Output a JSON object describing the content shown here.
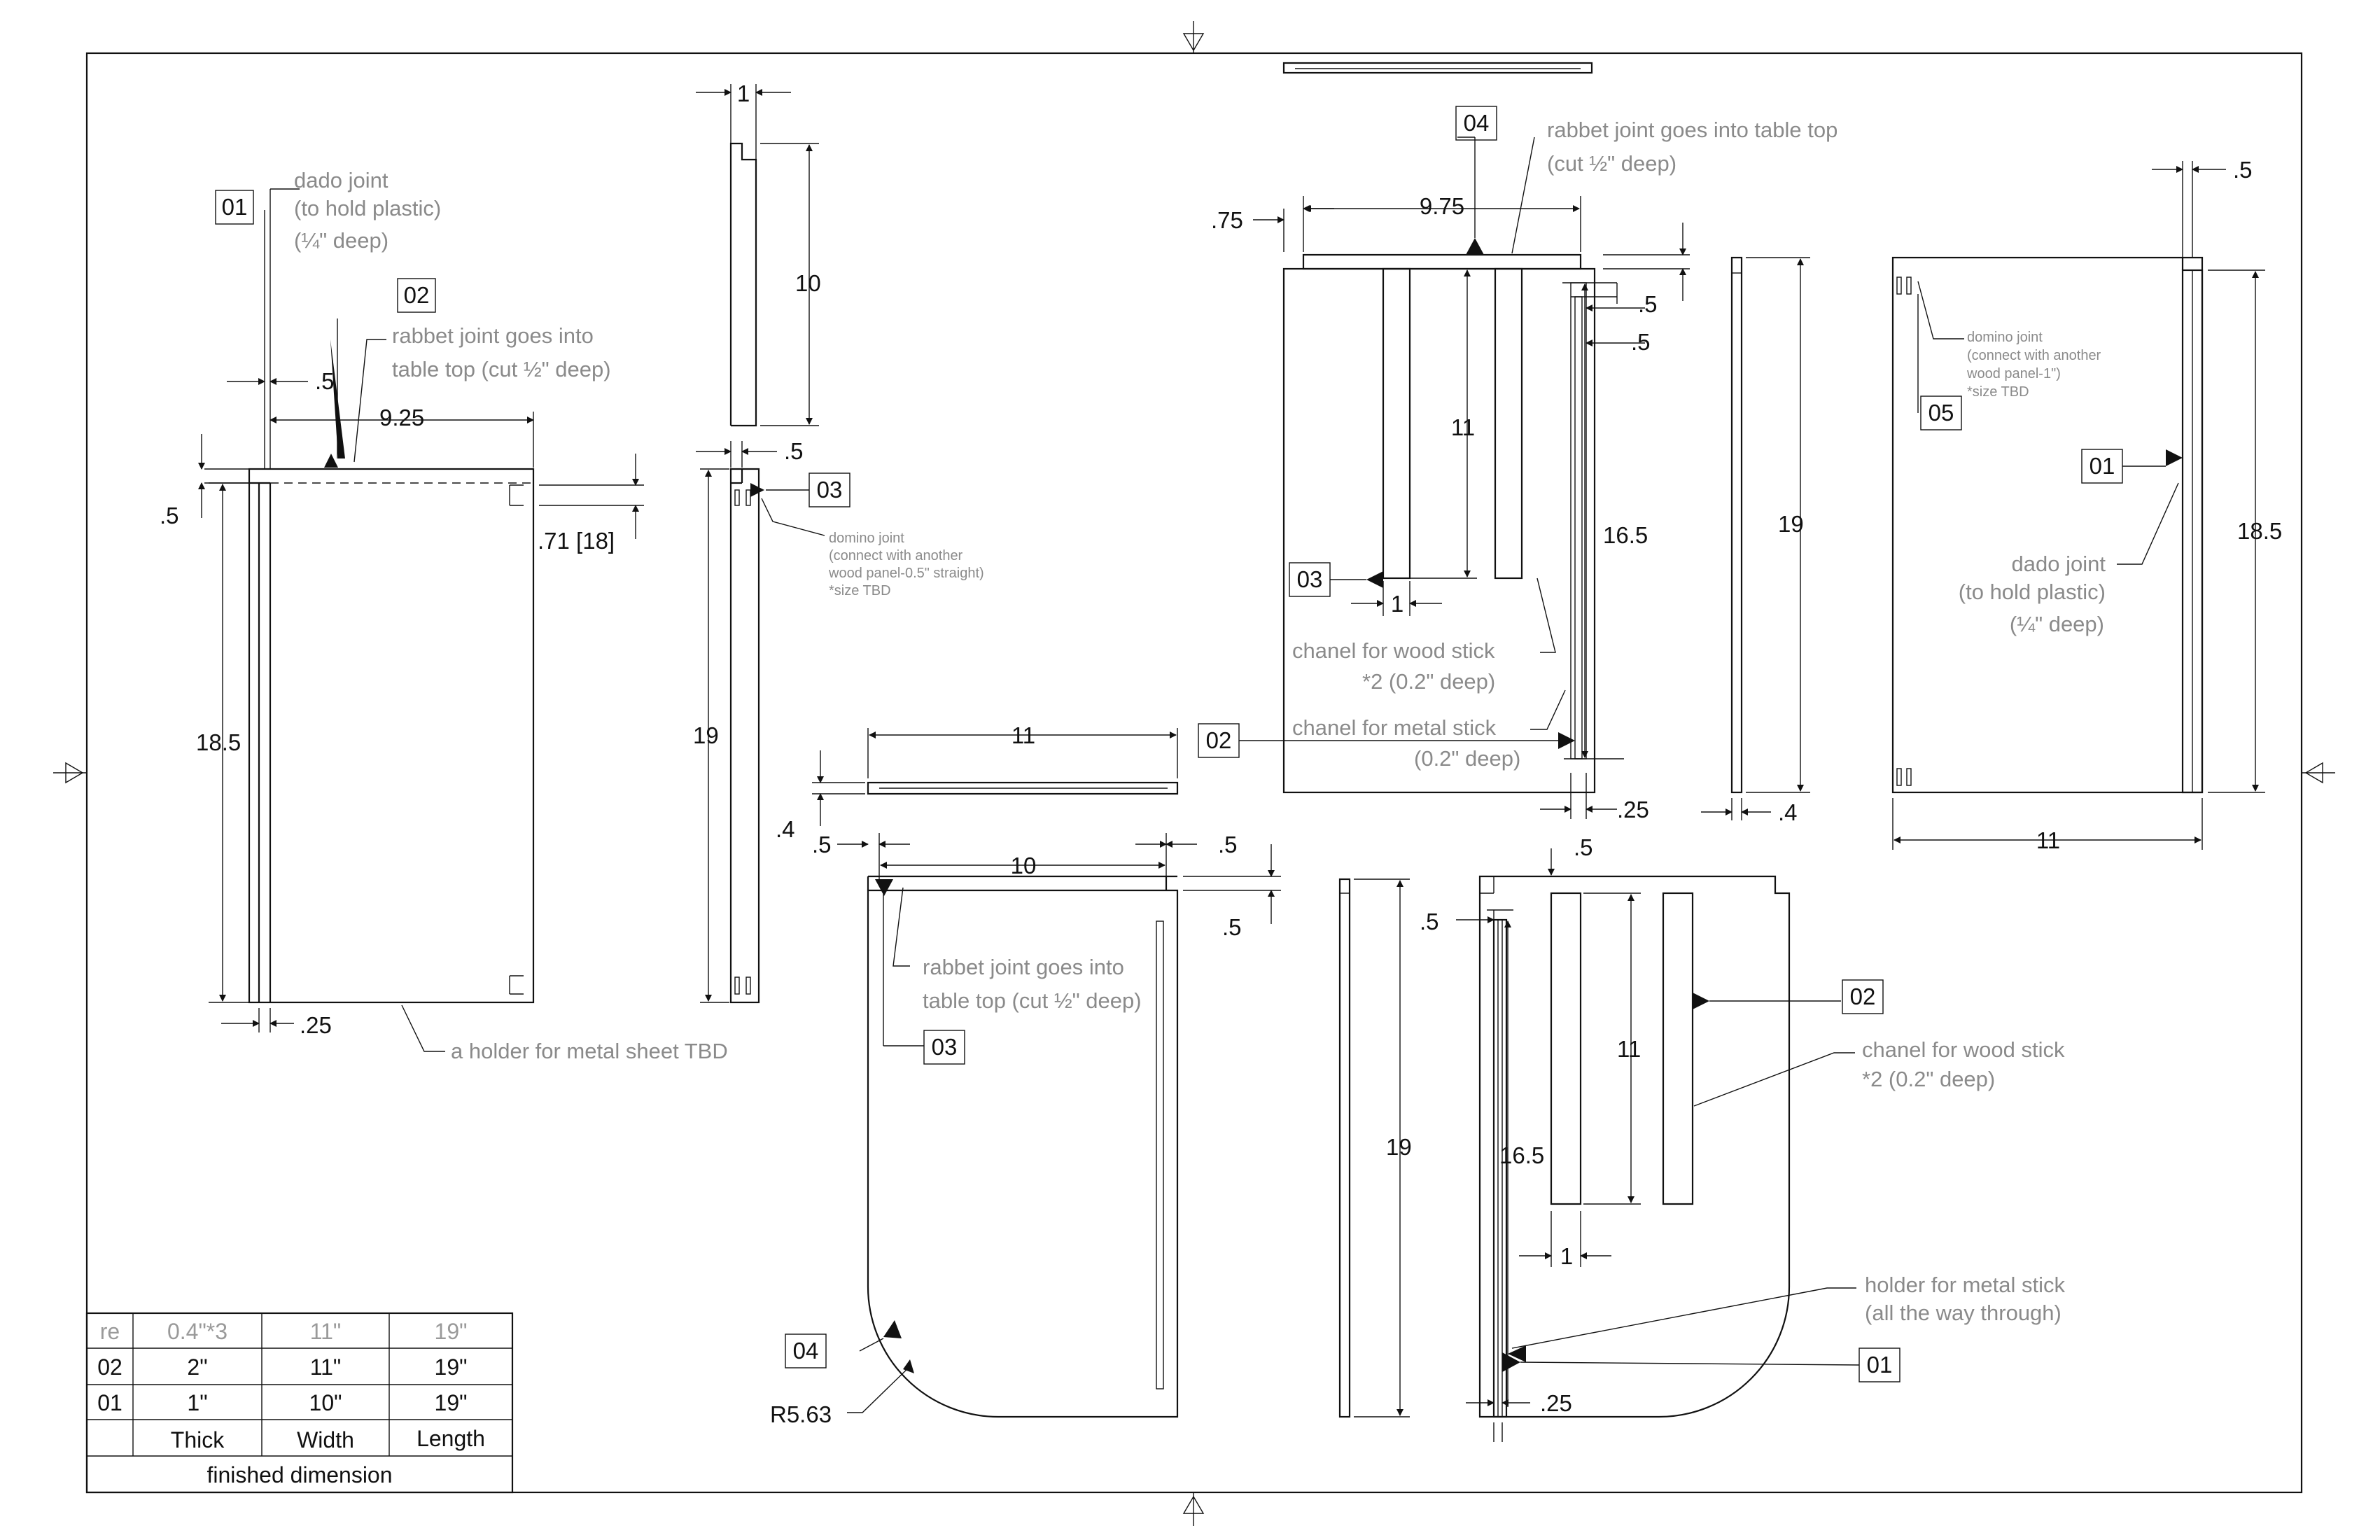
{
  "frame_markers": 4,
  "part_tags": [
    "01",
    "02",
    "03",
    "04",
    "05"
  ],
  "notes": {
    "dado_joint_left": [
      "dado joint",
      "(to hold plastic)",
      "(¼\" deep)"
    ],
    "rabbet_left": [
      "rabbet joint goes into",
      "table top (cut ½\" deep)"
    ],
    "holder_metal_sheet": "a holder for metal sheet TBD",
    "domino_left": [
      "domino joint",
      "(connect with another",
      "wood panel-0.5\" straight)",
      "*size TBD"
    ],
    "rabbet_top": [
      "rabbet joint goes into table top",
      "(cut ½\" deep)"
    ],
    "chanel_wood_top": [
      "chanel for wood stick",
      "*2  (0.2\" deep)"
    ],
    "chanel_metal_top": [
      "chanel for metal stick",
      "(0.2\" deep)"
    ],
    "domino_right": [
      "domino joint",
      "(connect with another",
      "wood panel-1\")",
      "*size TBD"
    ],
    "dado_joint_right": [
      "dado joint",
      "(to hold plastic)",
      "(¼\" deep)"
    ],
    "rabbet_bottom": [
      "rabbet joint goes into",
      "table top (cut ½\" deep)"
    ],
    "radius": "R5.63",
    "chanel_wood_bottom": [
      "chanel for wood stick",
      "*2  (0.2\" deep)"
    ],
    "holder_metal_stick": [
      "holder for metal stick",
      "(all the way through)"
    ]
  },
  "dims": {
    "a_5": ".5",
    "a_9_25": "9.25",
    "a_5b": ".5",
    "a_71": ".71 [18]",
    "a_18_5": "18.5",
    "a_25": ".25",
    "b_1": "1",
    "b_10": "10",
    "b_5": ".5",
    "b_19": "19",
    "c_11": "11",
    "c_4": ".4",
    "c_5a": ".5",
    "c_10": "10",
    "c_5b": ".5",
    "c_5c": ".5",
    "d_75": ".75",
    "d_9_75": "9.75",
    "d_5a": ".5",
    "d_5b": ".5",
    "d_11": "11",
    "d_1": "1",
    "d_16_5": "16.5",
    "d_25": ".25",
    "e_19": "19",
    "e_4": ".4",
    "f_5": ".5",
    "f_18_5": "18.5",
    "f_11": "11",
    "g_19": "19",
    "g_5a": ".5",
    "g_5b": ".5",
    "g_11": "11",
    "g_16_5": "16.5",
    "g_1": "1",
    "g_25": ".25"
  },
  "table": {
    "rows": [
      {
        "c0": "re",
        "c1": "0.4\"*3",
        "c2": "11\"",
        "c3": "19\""
      },
      {
        "c0": "02",
        "c1": "2\"",
        "c2": "11\"",
        "c3": "19\""
      },
      {
        "c0": "01",
        "c1": "1\"",
        "c2": "10\"",
        "c3": "19\""
      }
    ],
    "headers": {
      "thick": "Thick",
      "width": "Width",
      "length": "Length"
    },
    "caption": "finished dimension"
  }
}
